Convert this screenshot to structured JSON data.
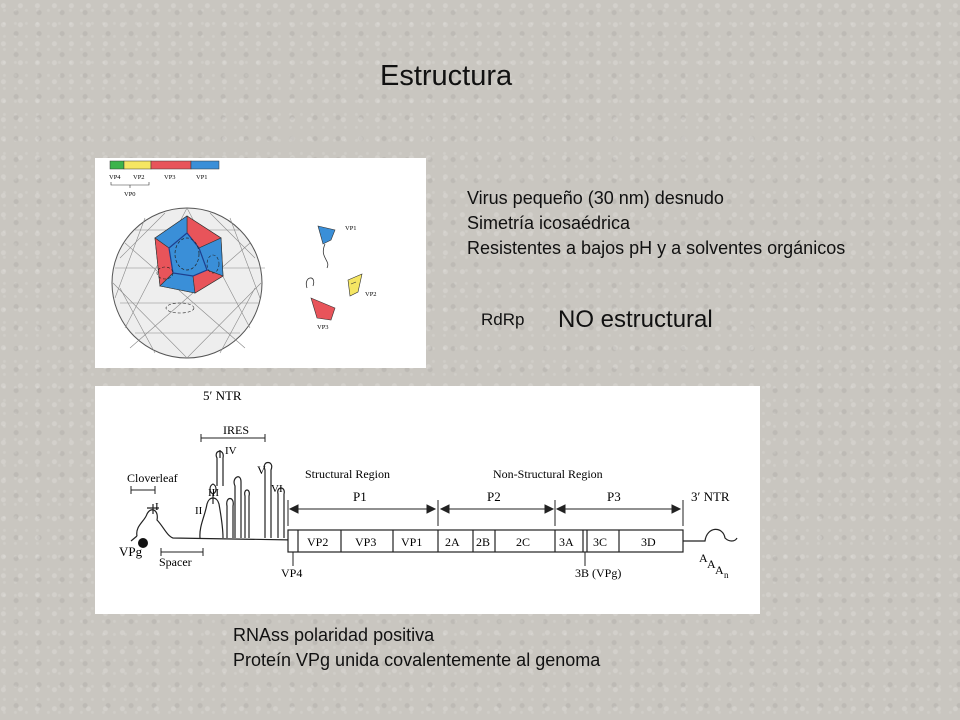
{
  "slide": {
    "title": "Estructura",
    "features": [
      "Virus pequeño (30 nm) desnudo",
      "Simetría icosaédrica",
      "Resistentes a bajos pH y a solventes orgánicos"
    ],
    "rdrp_label": "RdRp",
    "rdrp_note": "NO estructural",
    "genome_features": [
      "RNAss polaridad positiva",
      "Proteín VPg unida covalentemente al genoma"
    ]
  },
  "capsid_diagram": {
    "legend": [
      "VP4",
      "VP2",
      "VP3",
      "VP1"
    ],
    "legend_group": "VP0",
    "protein_labels": [
      "VP1",
      "VP2",
      "VP3"
    ],
    "colors": {
      "vp4": "#3cb44b",
      "vp2": "#f5e663",
      "vp3": "#e8545a",
      "vp1": "#3a8fd8"
    }
  },
  "genome_diagram": {
    "ntr5": "5′ NTR",
    "ires": "IRES",
    "cloverleaf": "Cloverleaf",
    "spacer": "Spacer",
    "vpg": "VPg",
    "domains": [
      "I",
      "II",
      "III",
      "IV",
      "V",
      "VI"
    ],
    "structural_region": "Structural Region",
    "nonstructural_region": "Non-Structural Region",
    "regions": [
      "P1",
      "P2",
      "P3"
    ],
    "ntr3": "3′ NTR",
    "segments": [
      "VP2",
      "VP3",
      "VP1",
      "2A",
      "2B",
      "2C",
      "3A",
      "3C",
      "3D"
    ],
    "vp4": "VP4",
    "vpg_3b": "3B (VPg)",
    "polya": "A",
    "polya_n": "n"
  }
}
